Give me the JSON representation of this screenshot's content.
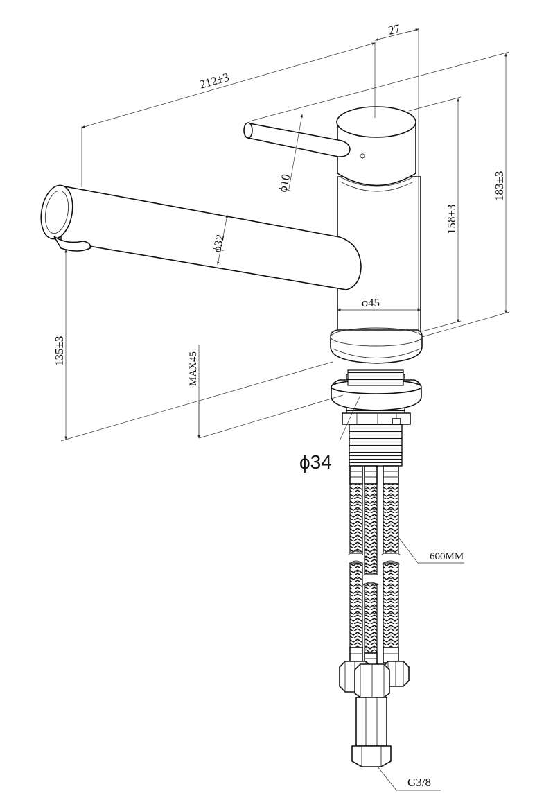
{
  "drawing": {
    "stroke_color": "#111111",
    "background": "#ffffff",
    "dimensions": {
      "overall_reach": "212±3",
      "lever_offset": "27",
      "total_height": "183±3",
      "body_height": "158±3",
      "spout_height": "135±3",
      "max_deck_thickness": "MAX45",
      "lever_diameter": "ϕ10",
      "spout_diameter": "ϕ32",
      "body_diameter": "ϕ45",
      "shank_diameter": "ϕ34",
      "hose_length": "600MM",
      "connection_thread": "G3/8"
    }
  }
}
